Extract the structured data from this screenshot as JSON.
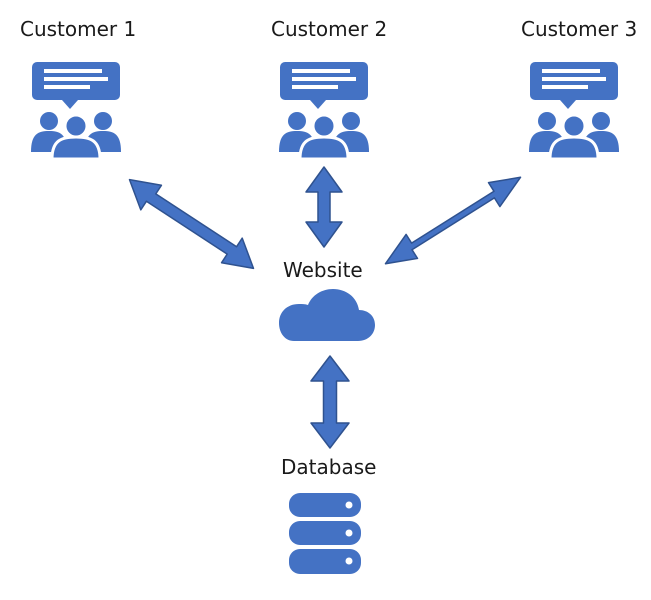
{
  "customers": [
    {
      "label": "Customer 1"
    },
    {
      "label": "Customer 2"
    },
    {
      "label": "Customer 3"
    }
  ],
  "website": {
    "label": "Website"
  },
  "database": {
    "label": "Database"
  },
  "colors": {
    "icon": "#4472c4",
    "arrow": "#4472c4",
    "arrow_stroke": "#2f528f",
    "text": "#1a1a1a"
  }
}
